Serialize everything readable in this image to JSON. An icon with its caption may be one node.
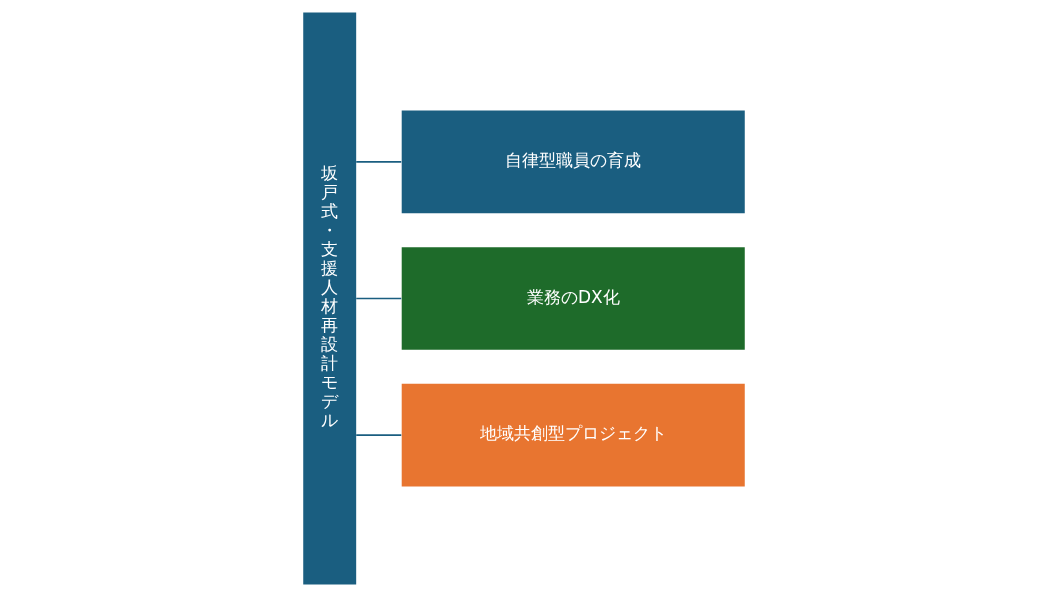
{
  "diagram": {
    "nodes": [
      {
        "text": [
          "坂戸式・支援人材再設計モデル"
        ]
      },
      {
        "text": [
          "自律型職員の育成"
        ]
      },
      {
        "text": [
          "業務のDX化"
        ]
      },
      {
        "text": [
          "地域共創型プロジェクト"
        ]
      }
    ],
    "edges": [
      {
        "from": 0,
        "to": 1,
        "arrow": "none"
      },
      {
        "from": 0,
        "to": 2,
        "arrow": "none"
      },
      {
        "from": 0,
        "to": 3,
        "arrow": "none"
      }
    ]
  }
}
